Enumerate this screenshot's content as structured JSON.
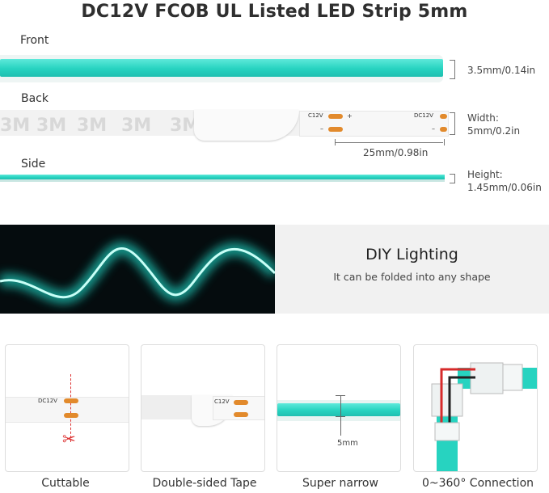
{
  "title": "DC12V FCOB UL Listed LED Strip 5mm",
  "views": {
    "front": "Front",
    "back": "Back",
    "side": "Side"
  },
  "dimensions": {
    "thickness": "3.5mm/0.14in",
    "width_label": "Width:",
    "width_value": "5mm/0.2in",
    "cut_length": "25mm/0.98in",
    "height_label": "Height:",
    "height_value": "1.45mm/0.06in"
  },
  "strip_marks": {
    "voltage": "C12V",
    "voltage2": "DC12V",
    "plus": "+",
    "minus": "–"
  },
  "diy": {
    "heading": "DIY Lighting",
    "subtext": "It can be folded into any shape"
  },
  "features": [
    {
      "caption": "Cuttable",
      "mark": "DC12V"
    },
    {
      "caption": "Double-sided Tape",
      "mark": "C12V"
    },
    {
      "caption": "Super narrow",
      "measure": "5mm"
    },
    {
      "caption": "0~360° Connection"
    }
  ],
  "colors": {
    "teal": "#27d3c0",
    "pad": "#e28a2c",
    "wire_red": "#d62a2a"
  }
}
